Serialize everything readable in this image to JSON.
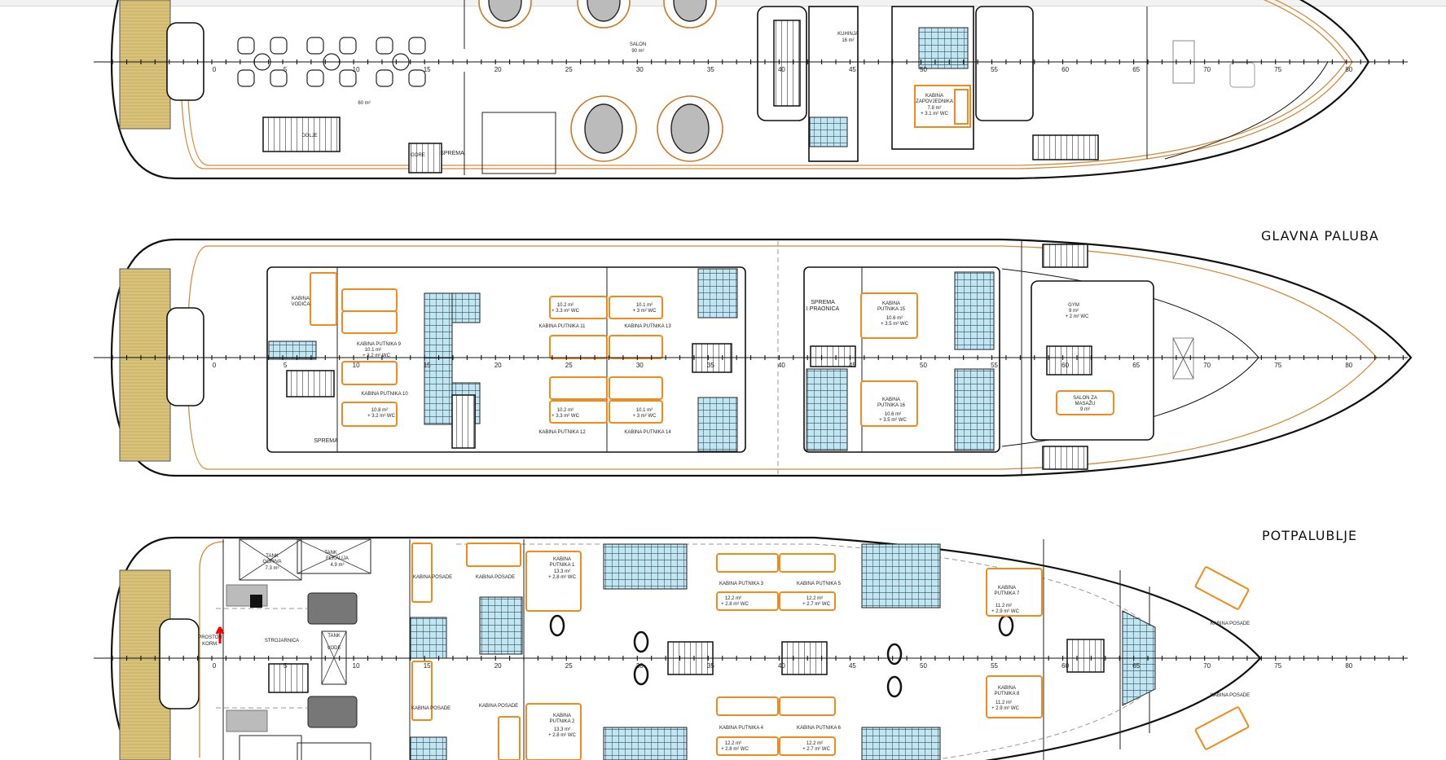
{
  "frame_labels": [
    "0",
    "5",
    "10",
    "15",
    "20",
    "25",
    "30",
    "35",
    "40",
    "45",
    "50",
    "55",
    "60",
    "65",
    "70",
    "75",
    "80"
  ],
  "stairs": {
    "down": "DOLJE",
    "up": "GORE"
  },
  "upper_deck": {
    "salon": {
      "name": "SALON",
      "area": "90 m²"
    },
    "aft_salon_area": "60 m²",
    "kitchen": {
      "name": "KUHINJA",
      "area": "16 m²"
    },
    "captain_cabin": {
      "line1": "KABINA",
      "line2": "ZAPOVJEDNIKA",
      "area": "7.8 m²",
      "wc": "+ 3.1 m² WC"
    },
    "storage": "SPREMA"
  },
  "main_deck": {
    "title": "GLAVNA PALUBA",
    "guide_cabin": {
      "line1": "KABINA",
      "line2": "VODIČA"
    },
    "cabin_9": {
      "name": "KABINA PUTNIKA 9",
      "area": "10.1 m²",
      "wc": "+ 3.2 m² WC"
    },
    "cabin_10": {
      "name": "KABINA PUTNIKA 10",
      "area": "10.8 m²",
      "wc": "+ 3.2 m² WC"
    },
    "cabin_11": {
      "name": "KABINA PUTNIKA 11",
      "area": "10.2 m²",
      "wc": "+ 3.3 m² WC"
    },
    "cabin_12": {
      "name": "KABINA PUTNIKA 12",
      "area": "10.2 m²",
      "wc": "+ 3.3 m² WC"
    },
    "cabin_13": {
      "name": "KABINA PUTNIKA 13",
      "area": "10.1 m²",
      "wc": "+ 3 m² WC"
    },
    "cabin_14": {
      "name": "KABINA PUTNIKA 14",
      "area": "10.1 m²",
      "wc": "+ 3 m² WC"
    },
    "cabin_15": {
      "line1": "KABINA",
      "line2": "PUTNIKA 15",
      "area": "10.6 m²",
      "wc": "+ 3.5 m² WC"
    },
    "cabin_16": {
      "line1": "KABINA",
      "line2": "PUTNIKA 16",
      "area": "10.6 m²",
      "wc": "+ 3.5 m² WC"
    },
    "storage": "SPREMA",
    "laundry": {
      "line1": "SPREMA",
      "line2": "I PRAONICA"
    },
    "gym": {
      "name": "GYM",
      "area": "9 m²",
      "wc": "+ 2 m² WC"
    },
    "massage": {
      "line1": "SALON ZA",
      "line2": "MASAŽU",
      "area": "9 m²"
    }
  },
  "lower_deck": {
    "title": "POTPALUBLJE",
    "fuel_tank": {
      "line1": "TANK",
      "line2": "GORIVA",
      "volume": "7.3 m³"
    },
    "sewage_tank": {
      "line1": "TANK",
      "line2": "FEKALIJA",
      "volume": "4.9 m³"
    },
    "water_tank": {
      "line1": "TANK",
      "line2": "VODE"
    },
    "steering": {
      "line1": "PROSTOR",
      "line2": "KORM."
    },
    "engine_room": "STROJARNICA",
    "crew_cabin": "KABINA POSADE",
    "cabin_1": {
      "line1": "KABINA",
      "line2": "PUTNIKA 1",
      "area": "13.3 m²",
      "wc": "+ 2.8 m² WC"
    },
    "cabin_2": {
      "line1": "KABINA",
      "line2": "PUTNIKA 2",
      "area": "13.3 m²",
      "wc": "+ 2.8 m² WC"
    },
    "cabin_3": {
      "name": "KABINA PUTNIKA 3",
      "area": "12.2 m²",
      "wc": "+ 2.8 m² WC"
    },
    "cabin_4": {
      "name": "KABINA PUTNIKA 4",
      "area": "12.2 m²",
      "wc": "+ 2.8 m² WC"
    },
    "cabin_5": {
      "name": "KABINA PUTNIKA 5",
      "area": "12.2 m²",
      "wc": "+ 2.7 m² WC"
    },
    "cabin_6": {
      "name": "KABINA PUTNIKA 6",
      "area": "12.2 m²",
      "wc": "+ 2.7 m² WC"
    },
    "cabin_7": {
      "line1": "KABINA",
      "line2": "PUTNIKA 7",
      "area": "11.2 m²",
      "wc": "+ 2.9 m² WC"
    },
    "cabin_8": {
      "line1": "KABINA",
      "line2": "PUTNIKA 8",
      "area": "11.2 m²",
      "wc": "+ 2.9 m² WC"
    }
  },
  "colors": {
    "accent_orange": "#f08a1c",
    "tile_blue": "#bfe6f2",
    "deck_wood": "#d9c27a"
  }
}
